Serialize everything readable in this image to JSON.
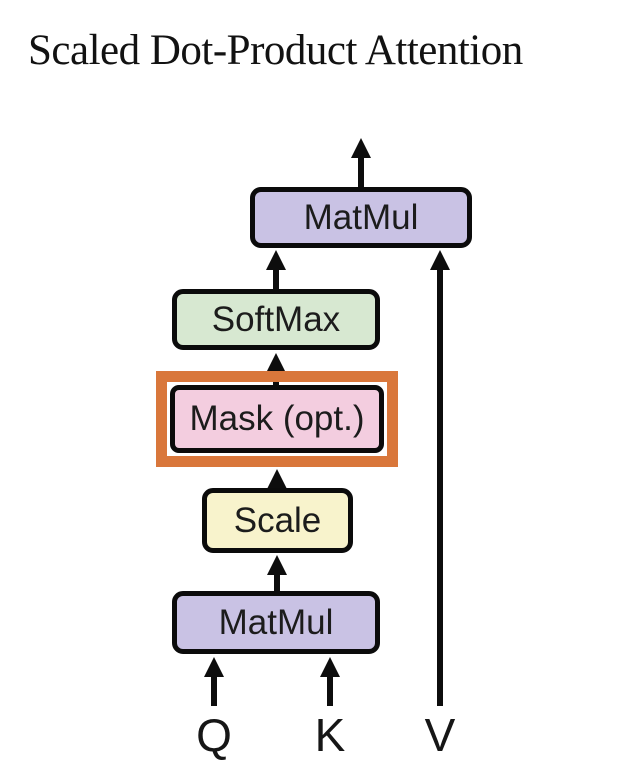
{
  "title": "Scaled Dot-Product Attention",
  "colors": {
    "node_matmul": "#c9c2e4",
    "node_softmax": "#d7e8d1",
    "node_mask": "#f3cddf",
    "node_scale": "#f8f3cc",
    "highlight": "#d9773b",
    "line": "#0d0d0d"
  },
  "diagram": {
    "nodes": [
      {
        "id": "matmul-output",
        "label": "MatMul"
      },
      {
        "id": "softmax",
        "label": "SoftMax"
      },
      {
        "id": "mask",
        "label": "Mask (opt.)",
        "highlighted": true
      },
      {
        "id": "scale",
        "label": "Scale"
      },
      {
        "id": "matmul-qk",
        "label": "MatMul"
      }
    ],
    "inputs": {
      "q": "Q",
      "k": "K",
      "v": "V"
    }
  }
}
